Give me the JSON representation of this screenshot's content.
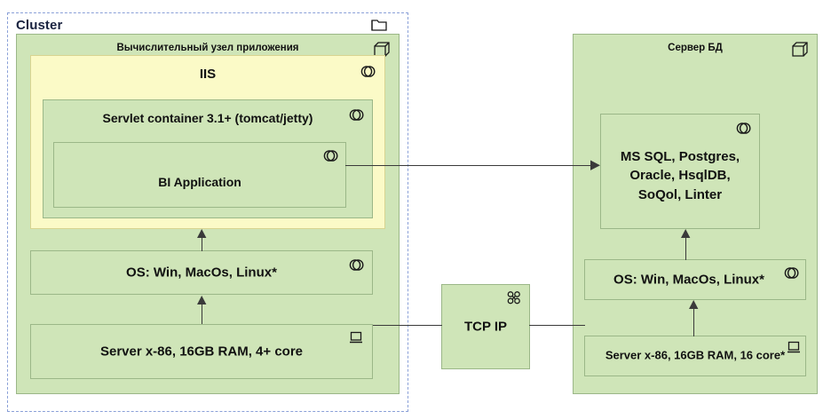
{
  "diagram": {
    "title": "Deployment diagram",
    "colors": {
      "node_fill": "#cfe5b8",
      "node_stroke": "#9bb788",
      "iis_fill": "#fbfac7",
      "iis_stroke": "#d8d491",
      "cluster_stroke": "#8aa0d8",
      "connector": "#3a3a3a",
      "text": "#111111"
    }
  },
  "cluster": {
    "label": "Cluster",
    "icon": "folder-icon"
  },
  "app_node": {
    "label": "Вычислительный узел приложения",
    "icon": "node-3d-icon",
    "iis": {
      "label": "IIS",
      "icon": "component-ball-icon"
    },
    "servlet_container": {
      "label": "Servlet container 3.1+  (tomcat/jetty)",
      "icon": "component-ball-icon"
    },
    "bi_application": {
      "label": "BI Application",
      "icon": "component-ball-icon"
    },
    "os": {
      "label": "OS: Win, MacOs, Linux*",
      "icon": "component-ball-icon"
    },
    "hardware": {
      "label": "Server x-86, 16GB RAM, 4+ core",
      "icon": "device-monitor-icon"
    }
  },
  "network": {
    "label": "TCP IP",
    "icon": "network-node-icon"
  },
  "db_node": {
    "label": "Сервер БД",
    "icon": "node-3d-icon",
    "dbms": {
      "label": "MS SQL, Postgres,\nOracle, HsqlDB,\nSoQol, Linter",
      "lines": [
        "MS SQL, Postgres,",
        "Oracle, HsqlDB,",
        "SoQol, Linter"
      ],
      "icon": "component-ball-icon"
    },
    "os": {
      "label": "OS: Win, MacOs, Linux*",
      "icon": "component-ball-icon"
    },
    "hardware": {
      "label": "Server x-86, 16GB RAM, 16 core*",
      "icon": "device-monitor-icon"
    }
  },
  "connectors": [
    {
      "name": "bi-app-to-dbms",
      "kind": "arrow",
      "direction": "right"
    },
    {
      "name": "os-to-iis",
      "kind": "arrow",
      "direction": "up"
    },
    {
      "name": "hardware-to-os",
      "kind": "arrow",
      "direction": "up"
    },
    {
      "name": "app-server-to-tcpip",
      "kind": "line"
    },
    {
      "name": "tcpip-to-db-server",
      "kind": "line"
    },
    {
      "name": "db-dbms-to-os",
      "kind": "arrow",
      "direction": "up"
    },
    {
      "name": "db-hardware-to-os",
      "kind": "arrow",
      "direction": "up"
    }
  ]
}
